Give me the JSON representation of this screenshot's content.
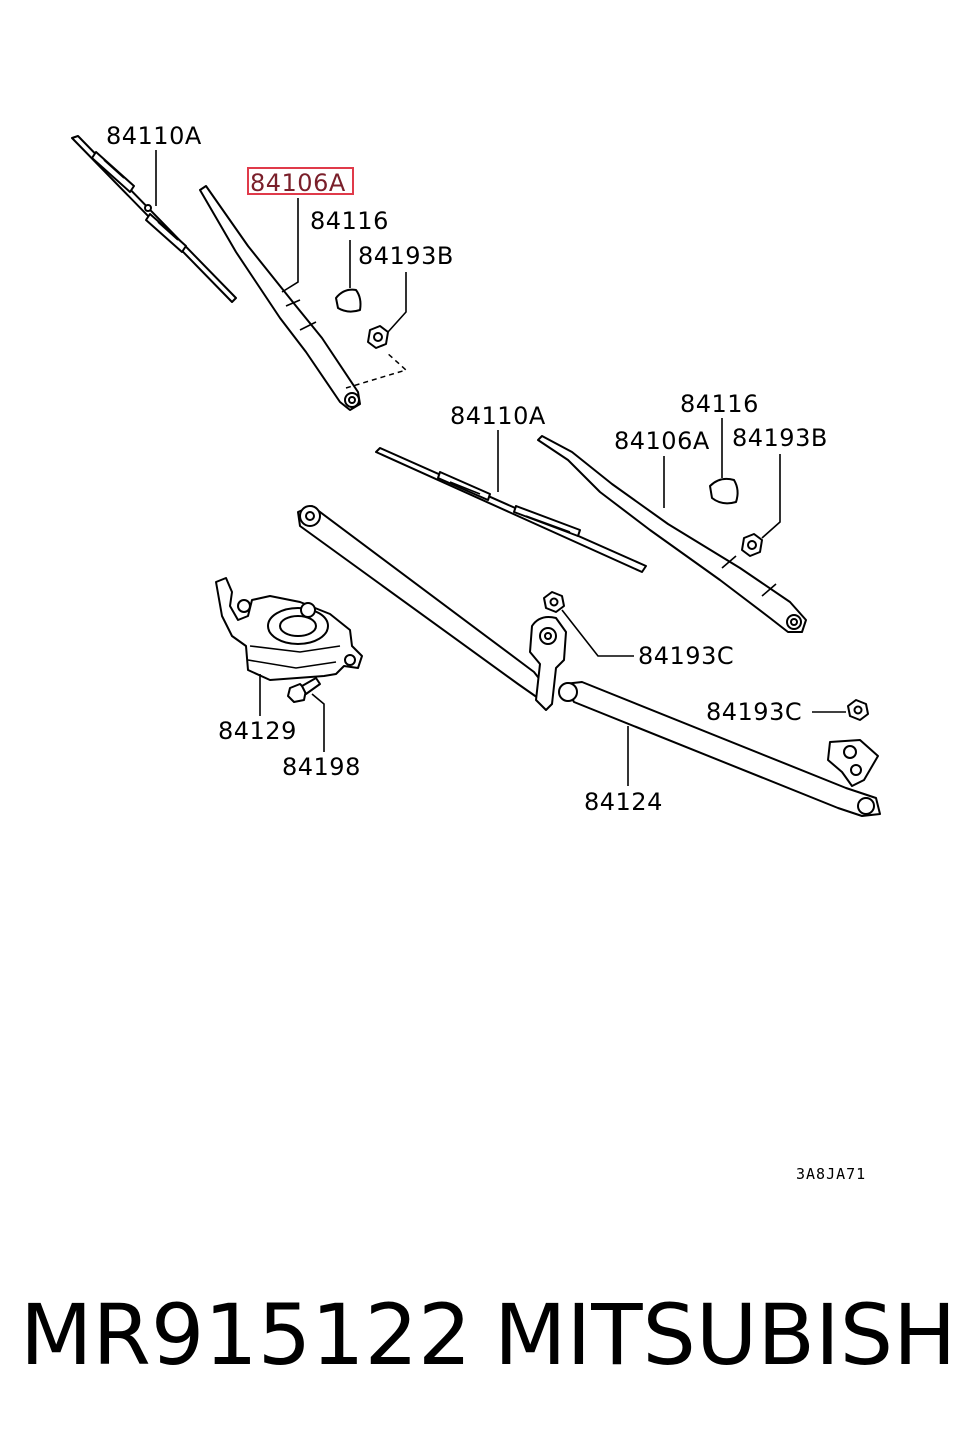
{
  "diagram": {
    "callouts": {
      "blade_left": "84110A",
      "arm_left_highlighted": "84106A",
      "cap_left": "84116",
      "nut_left": "84193B",
      "blade_right": "84110A",
      "cap_right": "84116",
      "arm_right": "84106A",
      "nut_right": "84193B",
      "nut_pivot_center": "84193C",
      "nut_pivot_right": "84193C",
      "motor": "84129",
      "bolt": "84198",
      "linkage": "84124"
    },
    "illustration_code": "3A8JA71",
    "highlight_color": "#e03a4a"
  },
  "footer": {
    "part_number": "MR915122",
    "brand": "MITSUBISHI"
  }
}
